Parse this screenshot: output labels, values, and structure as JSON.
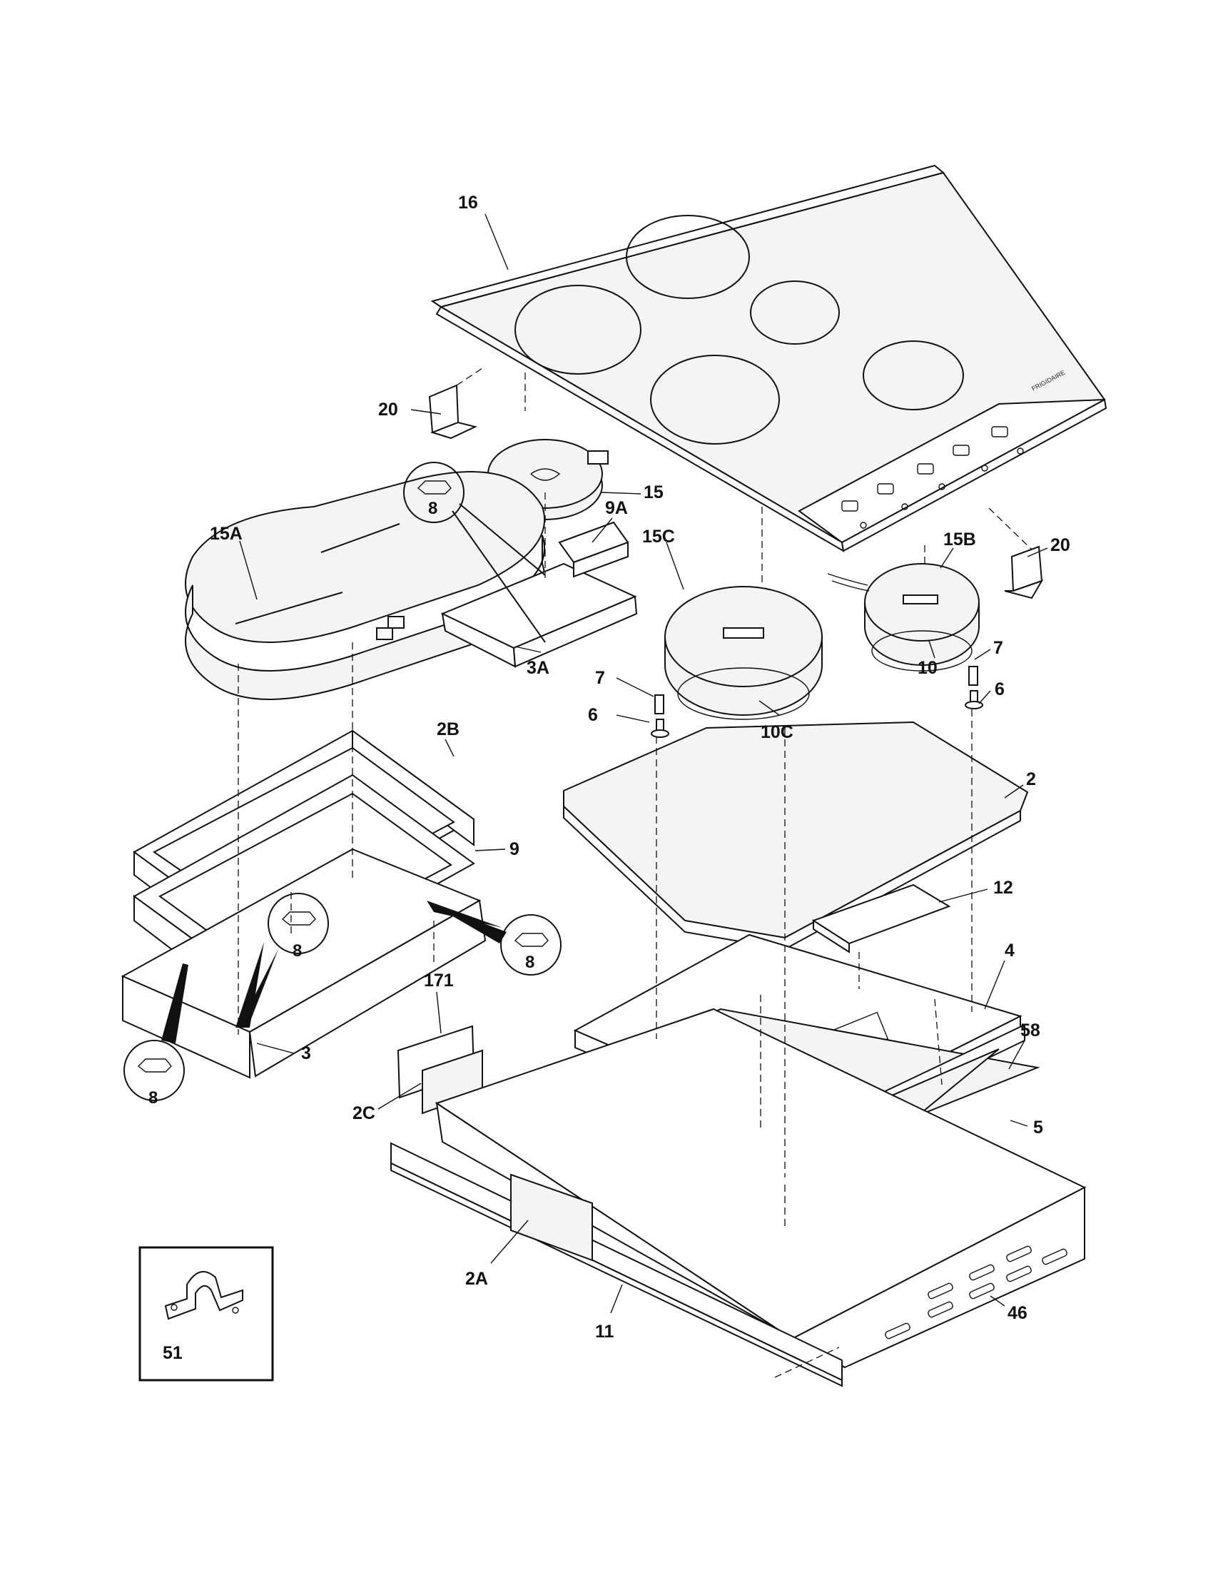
{
  "labels": {
    "p16": "16",
    "p20a": "20",
    "p20b": "20",
    "p15": "15",
    "p15a": "15A",
    "p15b": "15B",
    "p15c": "15C",
    "p9a": "9A",
    "p3a": "3A",
    "p7a": "7",
    "p7b": "7",
    "p6a": "6",
    "p6b": "6",
    "p10": "10",
    "p10c": "10C",
    "p2": "2",
    "p2b": "2B",
    "p9": "9",
    "p12": "12",
    "p4": "4",
    "p3": "3",
    "p171": "171",
    "p58": "58",
    "p2c": "2C",
    "p5": "5",
    "p2a": "2A",
    "p46": "46",
    "p11": "11",
    "p51": "51",
    "clip1": "8",
    "clip2": "8",
    "clip3": "8",
    "clip4": "8"
  },
  "brand_text": "FRIGIDAIRE"
}
